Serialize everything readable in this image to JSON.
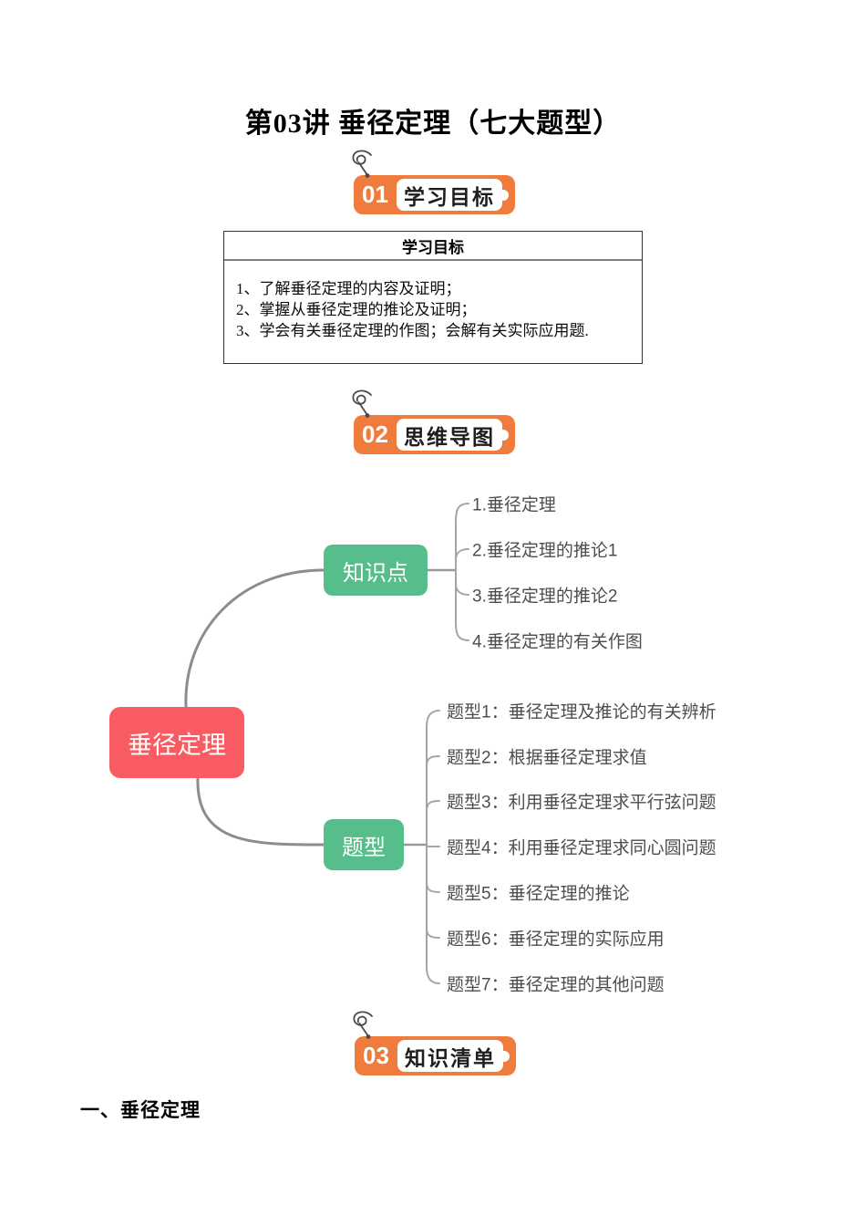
{
  "page": {
    "title": "第03讲 垂径定理（七大题型）",
    "section3_heading": "一、垂径定理",
    "background": "#ffffff"
  },
  "badges": [
    {
      "num": "01",
      "label": "学习目标"
    },
    {
      "num": "02",
      "label": "思维导图"
    },
    {
      "num": "03",
      "label": "知识清单"
    }
  ],
  "objectives_box": {
    "header": "学习目标",
    "items": [
      "1、了解垂径定理的内容及证明；",
      "2、掌握从垂径定理的推论及证明；",
      "3、学会有关垂径定理的作图；会解有关实际应用题."
    ]
  },
  "mindmap": {
    "root": "垂径定理",
    "branches": [
      {
        "label": "知识点",
        "children": [
          "1.垂径定理",
          "2.垂径定理的推论1",
          "3.垂径定理的推论2",
          "4.垂径定理的有关作图"
        ]
      },
      {
        "label": "题型",
        "children": [
          "题型1：垂径定理及推论的有关辨析",
          "题型2：根据垂径定理求值",
          "题型3：利用垂径定理求平行弦问题",
          "题型4：利用垂径定理求同心圆问题",
          "题型5：垂径定理的推论",
          "题型6：垂径定理的实际应用",
          "题型7：垂径定理的其他问题"
        ]
      }
    ]
  },
  "colors": {
    "badge_accent": "#EF7C3C",
    "root_node": "#F85B61",
    "branch_node": "#57BE8B",
    "line_main": "#8C8C8C",
    "line_fan": "#A5A5A5",
    "leaf_text": "#4D4D4D"
  },
  "icons": {
    "badge_decoration": "pin-curl-icon"
  }
}
